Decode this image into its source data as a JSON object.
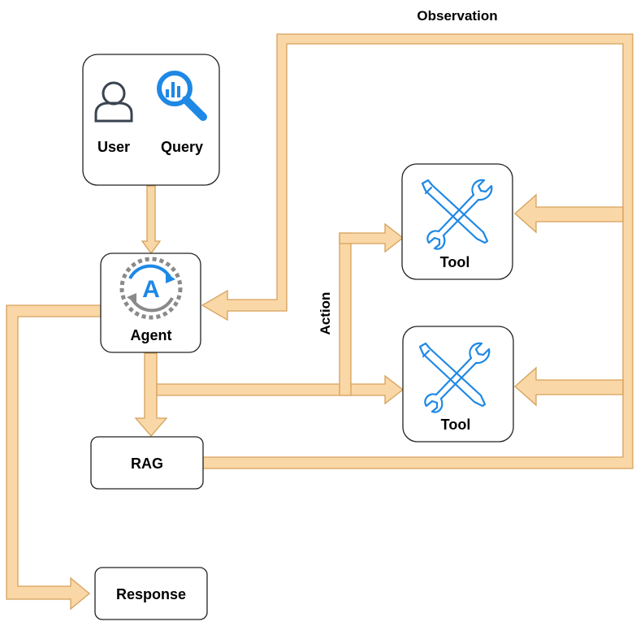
{
  "nodes": {
    "user": {
      "label": "User",
      "icon": "user-icon"
    },
    "query": {
      "label": "Query",
      "icon": "search-analytics-icon"
    },
    "agent": {
      "label": "Agent",
      "icon": "agent-cycle-icon"
    },
    "tool_top": {
      "label": "Tool",
      "icon": "tools-icon"
    },
    "tool_bottom": {
      "label": "Tool",
      "icon": "tools-icon"
    },
    "rag": {
      "label": "RAG"
    },
    "response": {
      "label": "Response"
    }
  },
  "edges": {
    "observation_label": "Observation",
    "action_label": "Action"
  },
  "colors": {
    "arrow_fill": "#fad7a6",
    "arrow_stroke": "#d6a15b",
    "box_stroke": "#222222",
    "icon_blue": "#1e88e5",
    "icon_gray": "#8a8a8a",
    "user_icon": "#3a4350"
  }
}
